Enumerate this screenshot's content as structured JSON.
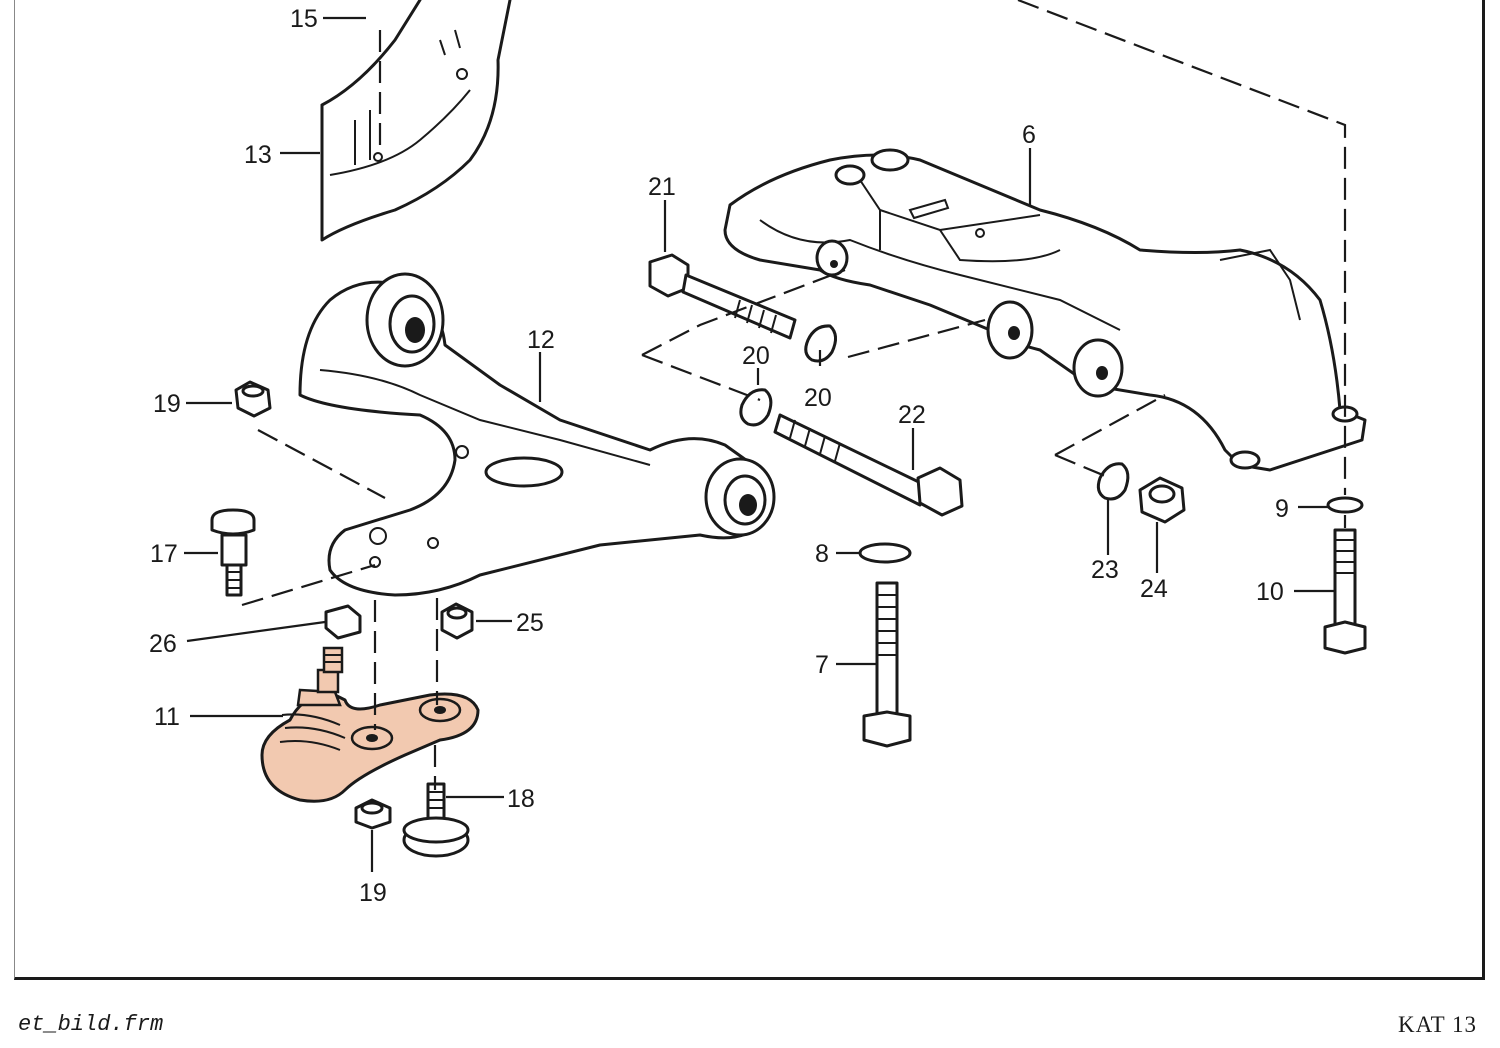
{
  "diagram": {
    "parts": [
      {
        "id": "p6",
        "label": "6",
        "name": "subframe-crossmember"
      },
      {
        "id": "p7",
        "label": "7",
        "name": "bolt-long"
      },
      {
        "id": "p8",
        "label": "8",
        "name": "washer"
      },
      {
        "id": "p9",
        "label": "9",
        "name": "washer-right"
      },
      {
        "id": "p10",
        "label": "10",
        "name": "bolt-right"
      },
      {
        "id": "p11",
        "label": "11",
        "name": "ball-joint"
      },
      {
        "id": "p12",
        "label": "12",
        "name": "control-arm"
      },
      {
        "id": "p13",
        "label": "13",
        "name": "splash-shield"
      },
      {
        "id": "p15",
        "label": "15",
        "name": "shield-nut"
      },
      {
        "id": "p17",
        "label": "17",
        "name": "stud-bolt"
      },
      {
        "id": "p18",
        "label": "18",
        "name": "ball-joint-bolt"
      },
      {
        "id": "p19a",
        "label": "19",
        "name": "nut-upper"
      },
      {
        "id": "p19b",
        "label": "19",
        "name": "nut-lower"
      },
      {
        "id": "p20a",
        "label": "20",
        "name": "eccentric-washer-left"
      },
      {
        "id": "p20b",
        "label": "20",
        "name": "eccentric-washer-right"
      },
      {
        "id": "p21",
        "label": "21",
        "name": "pivot-bolt-front"
      },
      {
        "id": "p22",
        "label": "22",
        "name": "pivot-bolt-rear"
      },
      {
        "id": "p23",
        "label": "23",
        "name": "eccentric-washer-rear"
      },
      {
        "id": "p24",
        "label": "24",
        "name": "self-locking-nut"
      },
      {
        "id": "p25",
        "label": "25",
        "name": "nut-small"
      },
      {
        "id": "p26",
        "label": "26",
        "name": "clip-nut"
      }
    ]
  },
  "footer": {
    "left": "et_bild.frm",
    "right": "KAT 13"
  },
  "colors": {
    "ink": "#1a1a1a",
    "highlight": "#f2c9b0"
  }
}
